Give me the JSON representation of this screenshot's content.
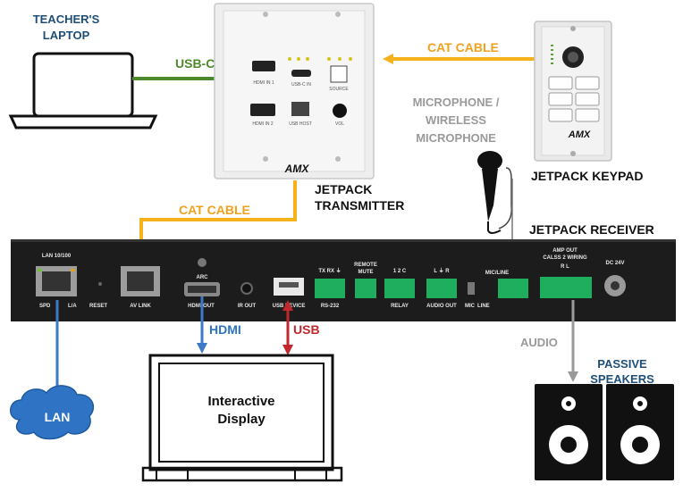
{
  "colors": {
    "cat_cable": "#f5b21a",
    "usb_c": "#4e8a2c",
    "hdmi": "#3b79c9",
    "usb": "#c0282d",
    "lan": "#3b79c9",
    "audio": "#9a9a9a",
    "label_blue": "#1f4e79",
    "device_dark": "#1c1c1c"
  },
  "labels": {
    "teacher_laptop_line1": "TEACHER'S",
    "teacher_laptop_line2": "LAPTOP",
    "usb_c": "USB-C",
    "cat_cable_top": "CAT CABLE",
    "cat_cable_mid": "CAT CABLE",
    "microphone_line1": "MICROPHONE /",
    "microphone_line2": "WIRELESS",
    "microphone_line3": "MICROPHONE",
    "jetpack_keypad": "JETPACK KEYPAD",
    "jetpack_transmitter_line1": "JETPACK",
    "jetpack_transmitter_line2": "TRANSMITTER",
    "jetpack_receiver": "JETPACK RECEIVER",
    "hdmi": "HDMI",
    "usb": "USB",
    "audio": "AUDIO",
    "passive_speakers_line1": "PASSIVE",
    "passive_speakers_line2": "SPEAKERS",
    "lan": "LAN",
    "display_line1": "Interactive",
    "display_line2": "Display",
    "brand": "AMX"
  },
  "transmitter_ports": {
    "hdmi1": "HDMI IN 1",
    "usbc": "USB-C IN",
    "hdmi2": "HDMI IN 2",
    "usbhost": "USB HOST",
    "source": "SOURCE",
    "vol": "VOL"
  },
  "receiver_ports": {
    "lan": "LAN 10/100",
    "spd": "SPD",
    "la": "L/A",
    "reset": "RESET",
    "av_link": "AV LINK",
    "arc": "ARC",
    "hdmi_out": "HDMI OUT",
    "ir_out": "IR OUT",
    "usb_device": "USB DEVICE",
    "rs232_top": "TX RX ⏚",
    "rs232": "RS-232",
    "remote_mute_1": "REMOTE",
    "remote_mute_2": "MUTE",
    "relay_top": "1  2  C",
    "relay": "RELAY",
    "audio_out_top": "L  ⏚  R",
    "audio_out": "AUDIO OUT",
    "mic_line": "MIC/LINE",
    "mic": "MIC",
    "line": "LINE",
    "amp_out_1": "AMP OUT",
    "amp_out_2": "CALSS 2 WIRING",
    "amp_rl": "R        L",
    "dc": "DC 24V"
  }
}
